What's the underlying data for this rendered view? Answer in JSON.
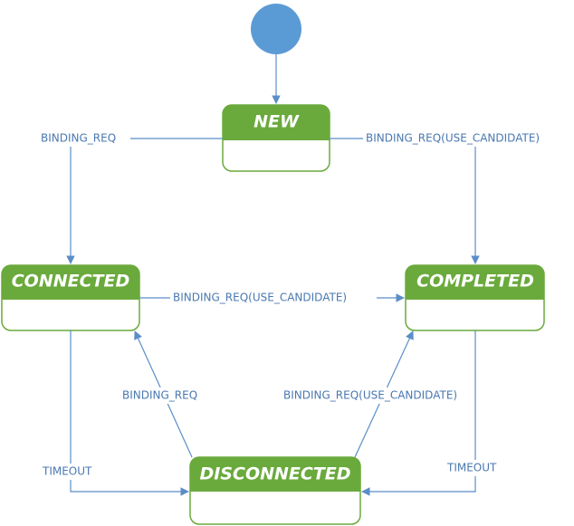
{
  "diagram": {
    "states": {
      "new": "NEW",
      "connected": "CONNECTED",
      "completed": "COMPLETED",
      "disconnected": "DISCONNECTED"
    },
    "transitions": {
      "new_to_connected": "BINDING_REQ",
      "new_to_completed": "BINDING_REQ(USE_CANDIDATE)",
      "connected_to_completed": "BINDING_REQ(USE_CANDIDATE)",
      "disconnected_to_connected": "BINDING_REQ",
      "disconnected_to_completed": "BINDING_REQ(USE_CANDIDATE)",
      "connected_to_disconnected": "TIMEOUT",
      "completed_to_disconnected": "TIMEOUT"
    },
    "colors": {
      "state_header": "#6aaa3c",
      "state_border": "#6aaa3c",
      "initial_node": "#5b9bd5",
      "edge": "#5b8ec7",
      "label": "#4a78b0"
    }
  }
}
